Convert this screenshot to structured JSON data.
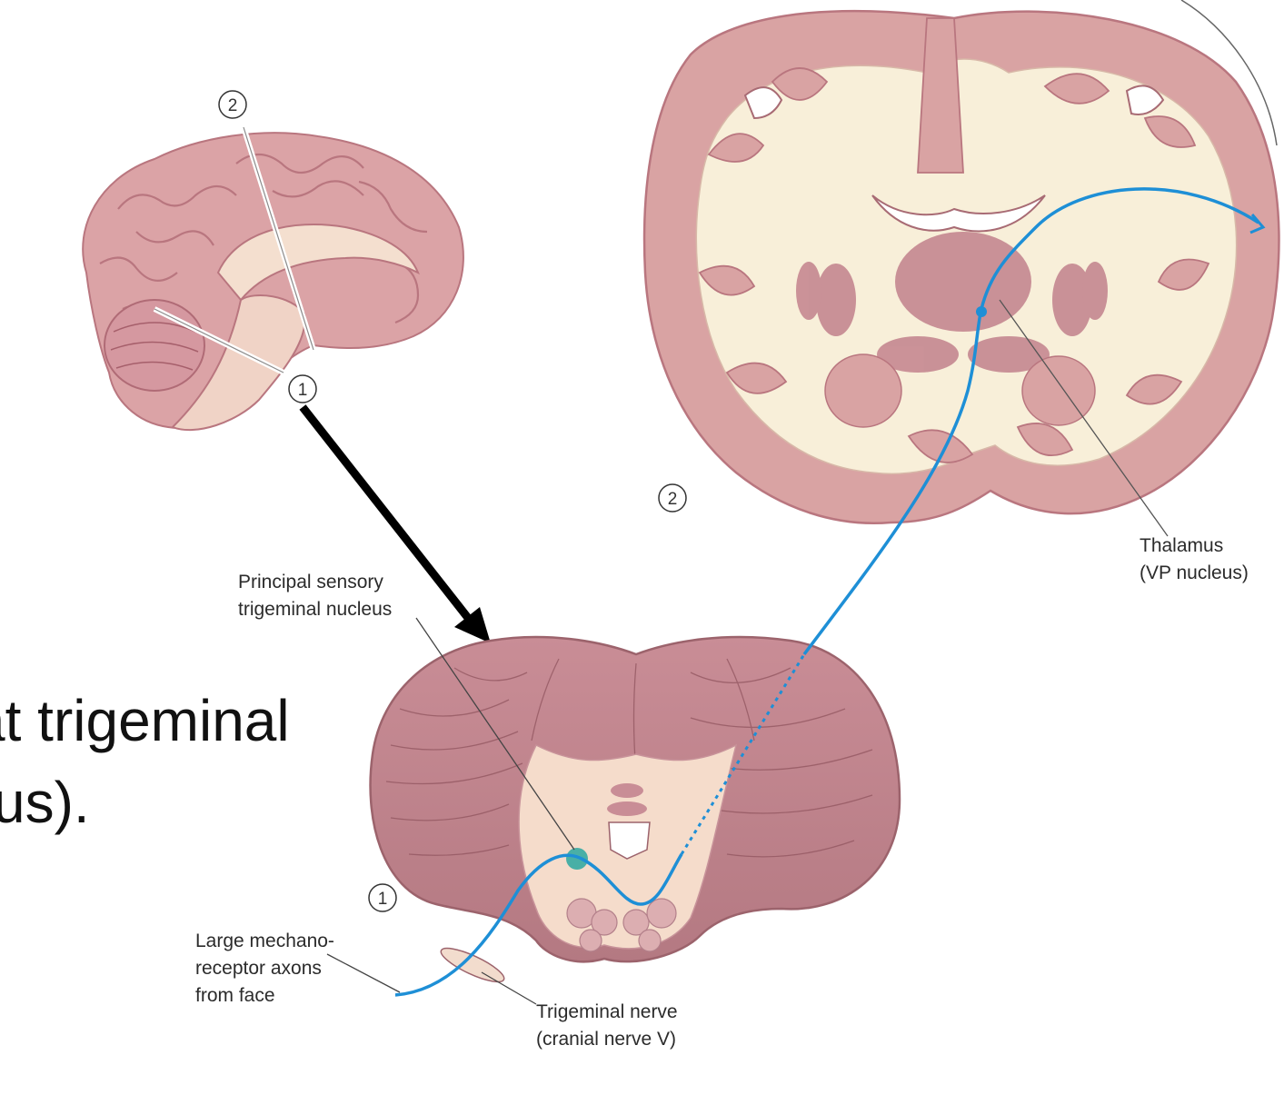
{
  "slide_text": {
    "line1": "at trigeminal",
    "line2": "us)."
  },
  "labels": {
    "principal_line1": "Principal sensory",
    "principal_line2": "trigeminal nucleus",
    "thalamus_line1": "Thalamus",
    "thalamus_line2": "(VP nucleus)",
    "axons_line1": "Large mechano-",
    "axons_line2": "receptor axons",
    "axons_line3": "from face",
    "nerve_line1": "Trigeminal nerve",
    "nerve_line2": "(cranial nerve V)"
  },
  "section_markers": {
    "sagittal_top": "2",
    "sagittal_bottom": "1",
    "coronal": "2",
    "pons": "1"
  },
  "colors": {
    "pathway": "#1e8fd6",
    "tissue": "#d9a3a3",
    "tissue_dark": "#b97b82",
    "white_matter": "#f8efd9",
    "arrow": "#000000"
  }
}
